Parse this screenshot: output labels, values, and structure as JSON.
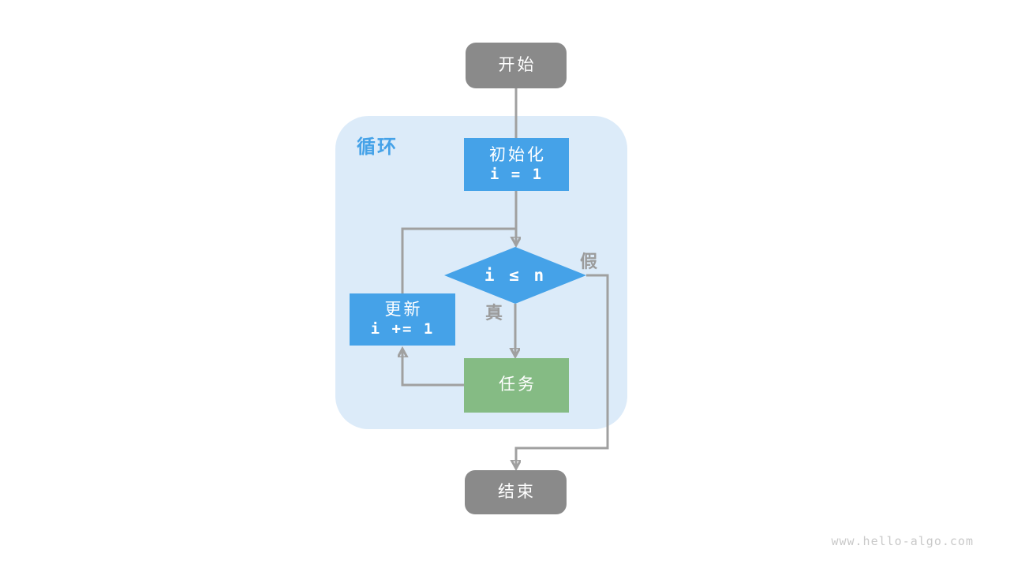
{
  "diagram": {
    "container_label": "循环",
    "nodes": {
      "start": {
        "label": "开始"
      },
      "init": {
        "label": "初始化",
        "code": "i = 1"
      },
      "condition": {
        "code": "i ≤ n"
      },
      "update": {
        "label": "更新",
        "code": "i += 1"
      },
      "task": {
        "label": "任务"
      },
      "end": {
        "label": "结束"
      }
    },
    "edge_labels": {
      "true_branch": "真",
      "false_branch": "假"
    },
    "colors": {
      "process_blue": "#45A2E8",
      "task_green": "#85BB84",
      "terminal_gray": "#8A8A8A",
      "container_light_blue": "#DCEBF9",
      "edge_gray": "#A0A0A0",
      "branch_label_gray": "#9B9B9B",
      "loop_label_blue": "#45A2E8"
    }
  },
  "watermark": {
    "text": "www.hello-algo.com"
  }
}
